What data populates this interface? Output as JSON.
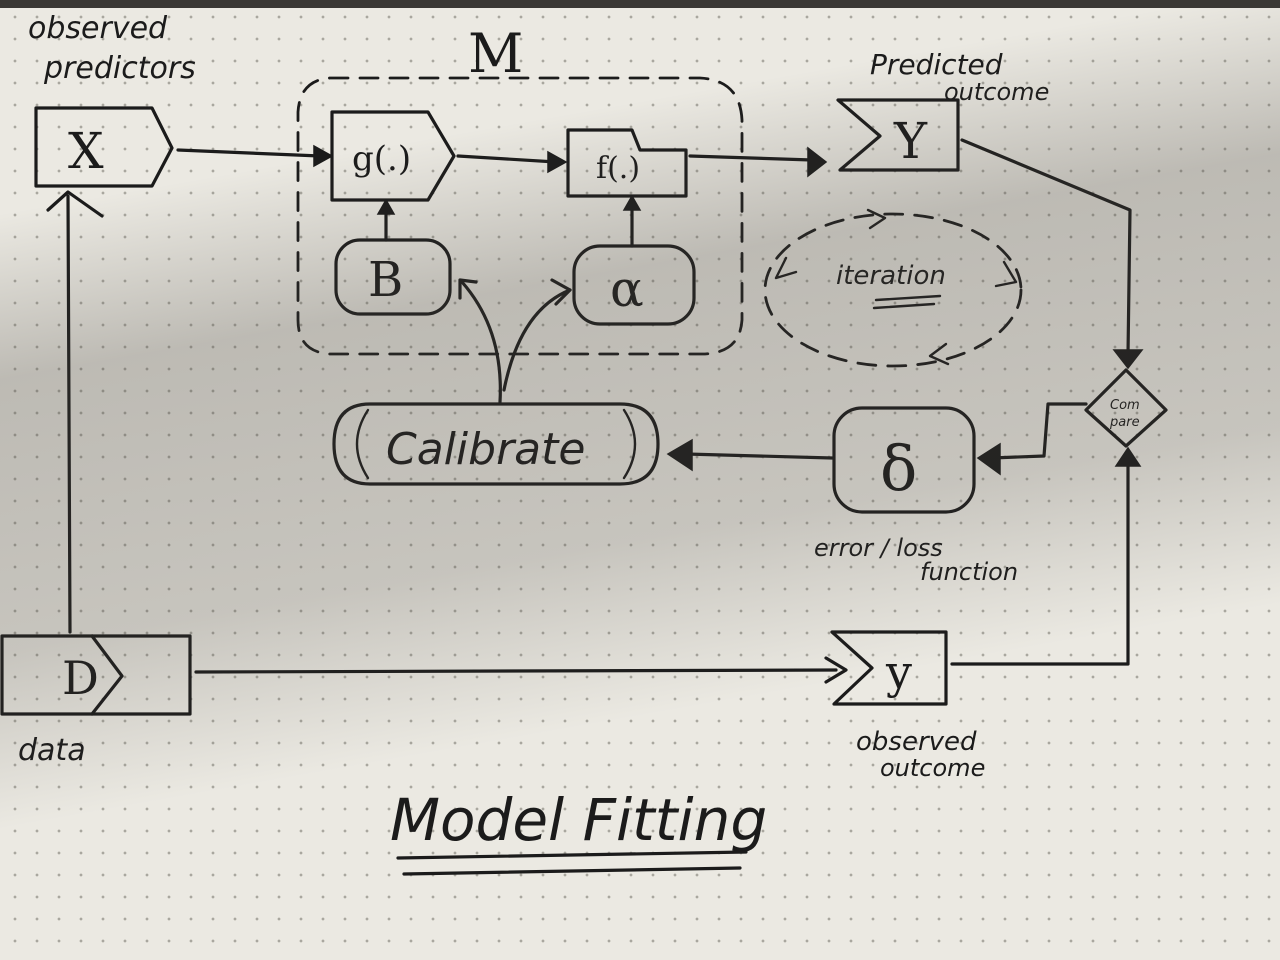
{
  "diagram": {
    "title": "Model Fitting",
    "model_label": "M",
    "nodes": {
      "X": {
        "symbol": "X",
        "caption_line1": "observed",
        "caption_line2": "predictors"
      },
      "g": {
        "symbol": "g(.)"
      },
      "f": {
        "symbol": "f(.)"
      },
      "B": {
        "symbol": "B"
      },
      "alpha": {
        "symbol": "α"
      },
      "Y": {
        "symbol": "Y",
        "caption_line1": "Predicted",
        "caption_line2": "outcome"
      },
      "iteration": {
        "label": "iteration"
      },
      "compare": {
        "label_line1": "Com",
        "label_line2": "pare"
      },
      "delta": {
        "symbol": "δ",
        "caption_line1": "error / loss",
        "caption_line2": "function"
      },
      "calibrate": {
        "label": "Calibrate"
      },
      "D": {
        "symbol": "D",
        "caption": "data"
      },
      "y": {
        "symbol": "y",
        "caption_line1": "observed",
        "caption_line2": "outcome"
      }
    },
    "ink_color": "#1b1b1b",
    "paper_color": "#ebe9e2"
  }
}
